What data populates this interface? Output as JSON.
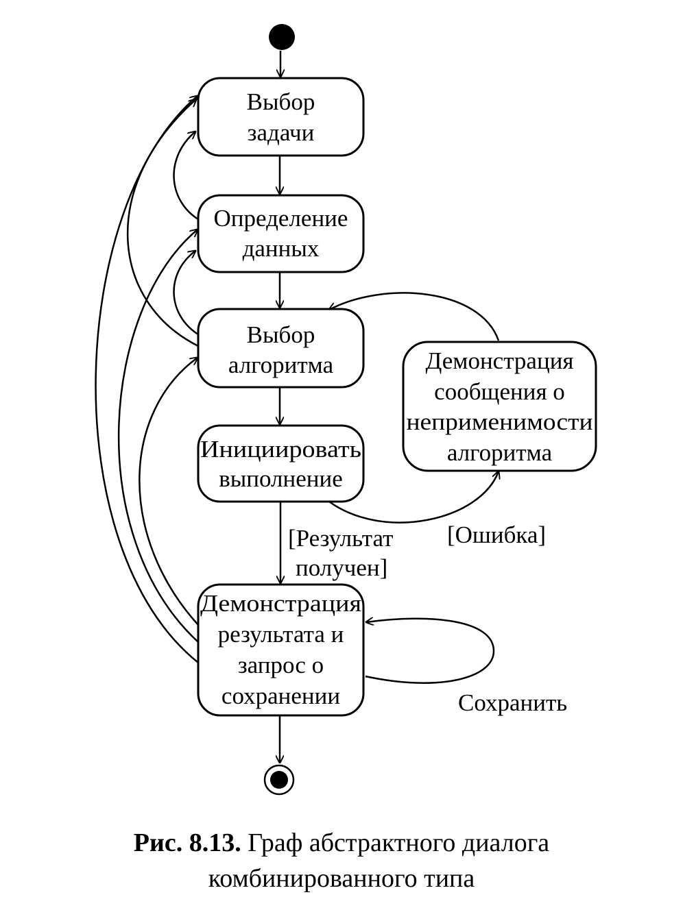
{
  "states": {
    "select_task": [
      "Выбор",
      "задачи"
    ],
    "define_data": [
      "Определение",
      "данных"
    ],
    "select_algorithm": [
      "Выбор",
      "алгоритма"
    ],
    "start_execution": [
      "Инициировать",
      "выполнение"
    ],
    "show_result": [
      "Демонстрация",
      "результата и",
      "запрос о",
      "сохранении"
    ],
    "show_error": [
      "Демонстрация",
      "сообщения о",
      "неприменимости",
      "алгоритма"
    ]
  },
  "guards": {
    "result_obtained": [
      "[Результат",
      "получен]"
    ],
    "error": "[Ошибка]",
    "save": "Сохранить"
  },
  "caption": {
    "label": "Рис. 8.13.",
    "text": "Граф абстрактного диалога",
    "line2": "комбинированного типа"
  }
}
